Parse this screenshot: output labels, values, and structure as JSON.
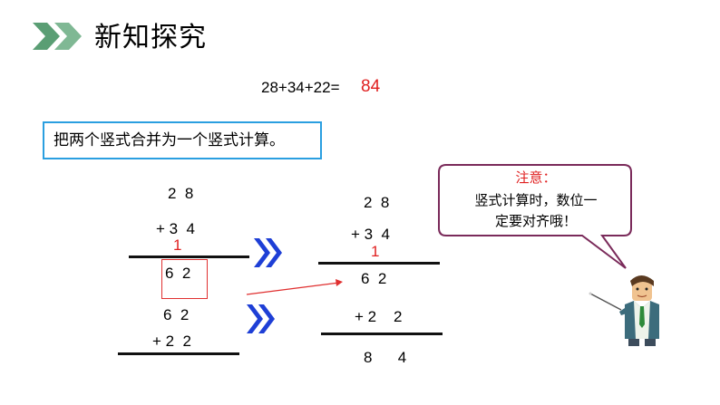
{
  "header": {
    "title": "新知探究",
    "accent_color": "#5a9e74"
  },
  "equation": {
    "text": "28+34+22=",
    "answer": "84",
    "answer_color": "#e02020"
  },
  "instruction": {
    "text": "把两个竖式合并为一个竖式计算。",
    "border_color": "#2a9fe0"
  },
  "left_calc": {
    "row1": "2  8",
    "row2": "+ 3  4",
    "carry": "1",
    "result1": "6  2",
    "row3": "6  2",
    "row4": "+ 2  2"
  },
  "right_calc": {
    "row1": "2  8",
    "row2": "+ 3  4",
    "carry": "1",
    "result1": "6  2",
    "row3": "+ 2    2",
    "result2": "8      4"
  },
  "bubble": {
    "title": "注意：",
    "line1": "竖式计算时，数位一",
    "line2": "定要对齐哦！",
    "border_color": "#7a2a5a"
  },
  "icons": {
    "arrow_color": "#1e3fd6",
    "header_icon": "double-chevron-icon"
  }
}
